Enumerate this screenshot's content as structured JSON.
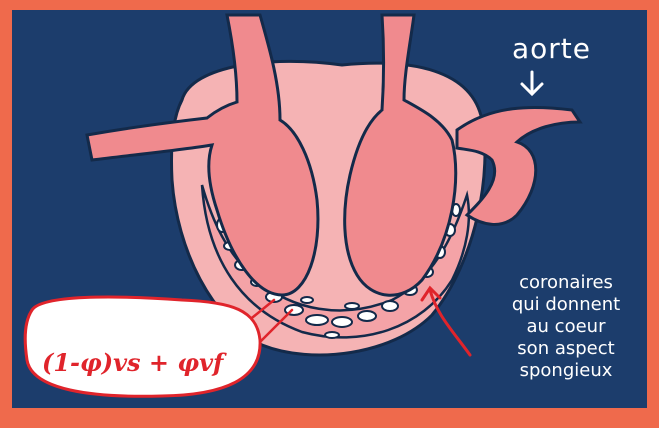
{
  "labels": {
    "aorte": "aorte",
    "coronaires": [
      "coronaires",
      "qui donnent",
      "au coeur",
      "son aspect",
      "spongieux"
    ],
    "formula": "(1-φ)vs + φvf"
  },
  "colors": {
    "background_border": "#ef6a4c",
    "panel": "#1c3d6c",
    "heart_outer": "#f5b3b4",
    "heart_vessels": "#f08a8e",
    "outline": "#132a4a",
    "callout_stroke": "#e0242b"
  }
}
